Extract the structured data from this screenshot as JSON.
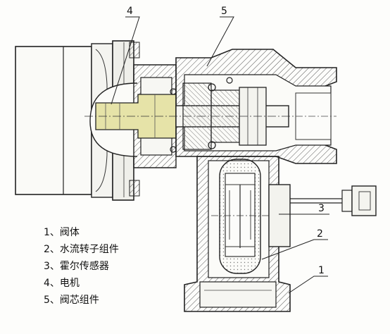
{
  "callouts": [
    {
      "number": "4"
    },
    {
      "number": "5"
    },
    {
      "number": "3"
    },
    {
      "number": "2"
    },
    {
      "number": "1"
    }
  ],
  "legend": [
    {
      "number": "1",
      "text": "、阀体"
    },
    {
      "number": "2",
      "text": "、水流转子组件"
    },
    {
      "number": "3",
      "text": "、霍尔传感器"
    },
    {
      "number": "4",
      "text": "、电机"
    },
    {
      "number": "5",
      "text": "、阀芯组件"
    }
  ],
  "colors": {
    "line": "#222222",
    "hatch": "#555555",
    "bushing": "#e6e3a8",
    "background": "#fdfdfb",
    "body_fill": "#f2f2ee"
  }
}
